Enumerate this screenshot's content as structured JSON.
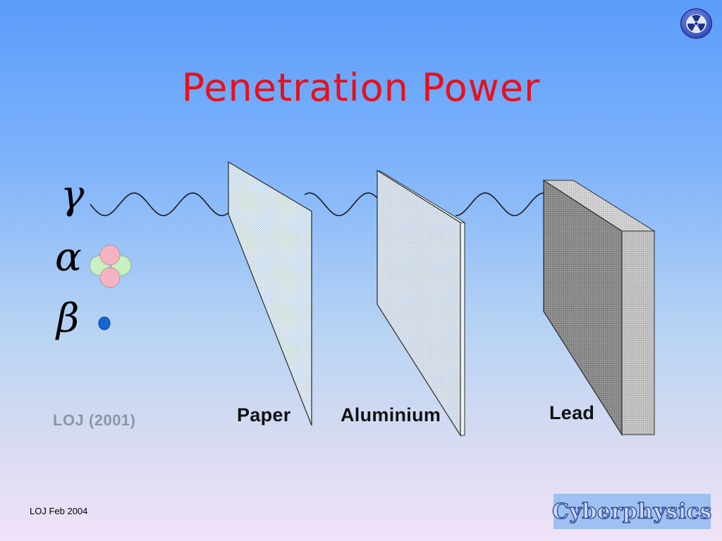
{
  "slide": {
    "title": "Penetration Power",
    "radiation_icon": "radiation-trefoil-icon"
  },
  "diagram": {
    "radiation_types": [
      {
        "symbol": "γ",
        "icon": "gamma-wave-icon"
      },
      {
        "symbol": "α",
        "icon": "alpha-particle-icon"
      },
      {
        "symbol": "β",
        "icon": "beta-particle-icon"
      }
    ],
    "barriers": [
      "Paper",
      "Aluminium",
      "Lead"
    ],
    "credit": "LOJ (2001)"
  },
  "footer": {
    "note": "LOJ Feb 2004",
    "brand": "Cyberphysics"
  },
  "colors": {
    "title": "#e8101a",
    "background_top": "#5b9cfa",
    "background_bottom": "#f1e3f8",
    "beta_particle": "#1565d8",
    "alpha_proton": "#f4b3c0",
    "alpha_neutron": "#c8f0c2"
  }
}
